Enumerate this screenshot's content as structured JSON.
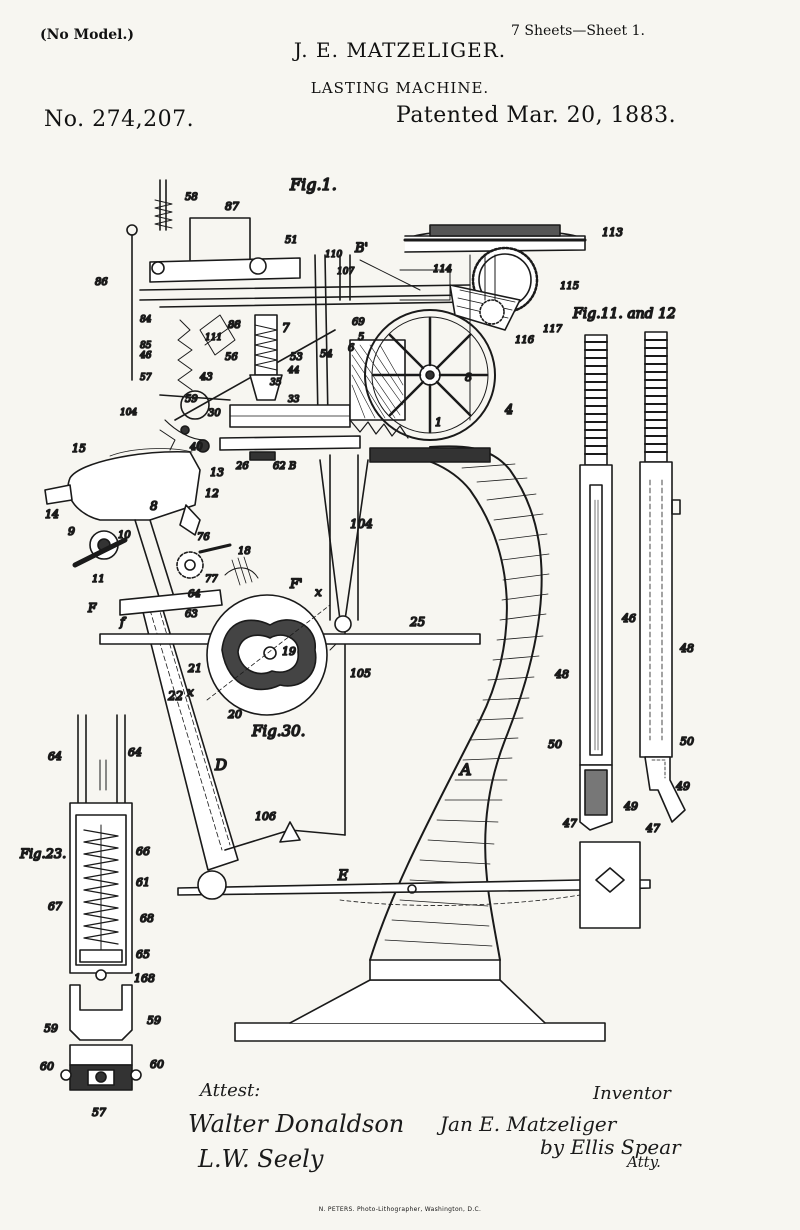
{
  "header": {
    "model_note": "(No Model.)",
    "sheets": "7 Sheets—Sheet 1.",
    "inventor": "J. E. MATZELIGER.",
    "invention": "LASTING MACHINE.",
    "patent_number": "No. 274,207.",
    "patent_date": "Patented Mar. 20, 1883."
  },
  "figures": {
    "fig1": "Fig.1.",
    "fig11": "Fig.11. and 12",
    "fig30": "Fig.30.",
    "fig23": "Fig.23."
  },
  "reference_labels": {
    "r58": "58",
    "r87": "87",
    "r51": "51",
    "rB1": "B'",
    "r110": "110",
    "r107": "107",
    "r86": "86",
    "r113": "113",
    "r114": "114",
    "r115": "115",
    "r116": "116",
    "r117": "117",
    "r84": "84",
    "r85": "85",
    "r88": "88",
    "r7": "7",
    "r69": "69",
    "r5": "5",
    "r6": "6",
    "r111": "111",
    "r56": "56",
    "r53": "53",
    "r54": "54",
    "r46": "46",
    "r57": "57",
    "r43": "43",
    "r44": "44",
    "r35": "35",
    "r33": "33",
    "r8": "8",
    "r4": "4",
    "r59": "59",
    "r104": "104",
    "r30": "30",
    "r1": "1",
    "r40": "40",
    "r26": "26",
    "r62B": "62 B",
    "r15": "15",
    "r13": "13",
    "r12": "12",
    "r14": "14",
    "r9": "9",
    "r10": "10",
    "r76": "76",
    "r18": "18",
    "r11": "11",
    "r77": "77",
    "r64": "64",
    "rF": "F",
    "rf": "f",
    "r63": "63",
    "rF1": "F'",
    "rx1": "x",
    "r19": "19",
    "r25": "25",
    "r21": "21",
    "rx2": "x",
    "r22": "22",
    "r20": "20",
    "r105": "105",
    "rD": "D",
    "rA": "A",
    "r106": "106",
    "rE": "E",
    "r66": "66",
    "r61": "61",
    "r67": "67",
    "r68": "68",
    "r65": "65",
    "r168": "168",
    "r60": "60",
    "r48": "48",
    "r50": "50",
    "r47": "47",
    "r49": "49"
  },
  "signatures": {
    "attest_label": "Attest:",
    "witness_1": "Walter Donaldson",
    "witness_2": "L.W. Seely",
    "inventor_label": "Inventor",
    "inventor_signature": "Jan E. Matzeliger",
    "attorney": "by Ellis Spear",
    "attorney_title": "Atty."
  },
  "footer": {
    "printer": "N. PETERS. Photo-Lithographer, Washington, D.C."
  }
}
